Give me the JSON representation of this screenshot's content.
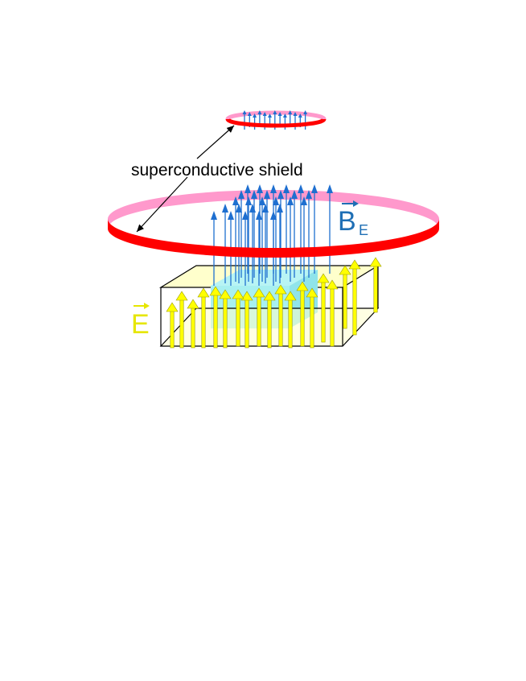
{
  "labels": {
    "shield": "superconductive shield",
    "b_field_letter": "B",
    "b_field_subscript": "E",
    "e_field_letter": "E"
  },
  "colors": {
    "ring_front": "#ff0000",
    "ring_back": "#ff99cc",
    "b_arrow": "#1e6fd0",
    "e_arrow_fill": "#ffff00",
    "e_arrow_stroke": "#999900",
    "plate_fill": "#ffffcc",
    "box_fill": "#a8f0f0",
    "b_label": "#1f6fb5",
    "e_label": "#e6e600",
    "pointer_line": "#000000"
  },
  "icons": {
    "vector_overbar": "arrow-right"
  }
}
